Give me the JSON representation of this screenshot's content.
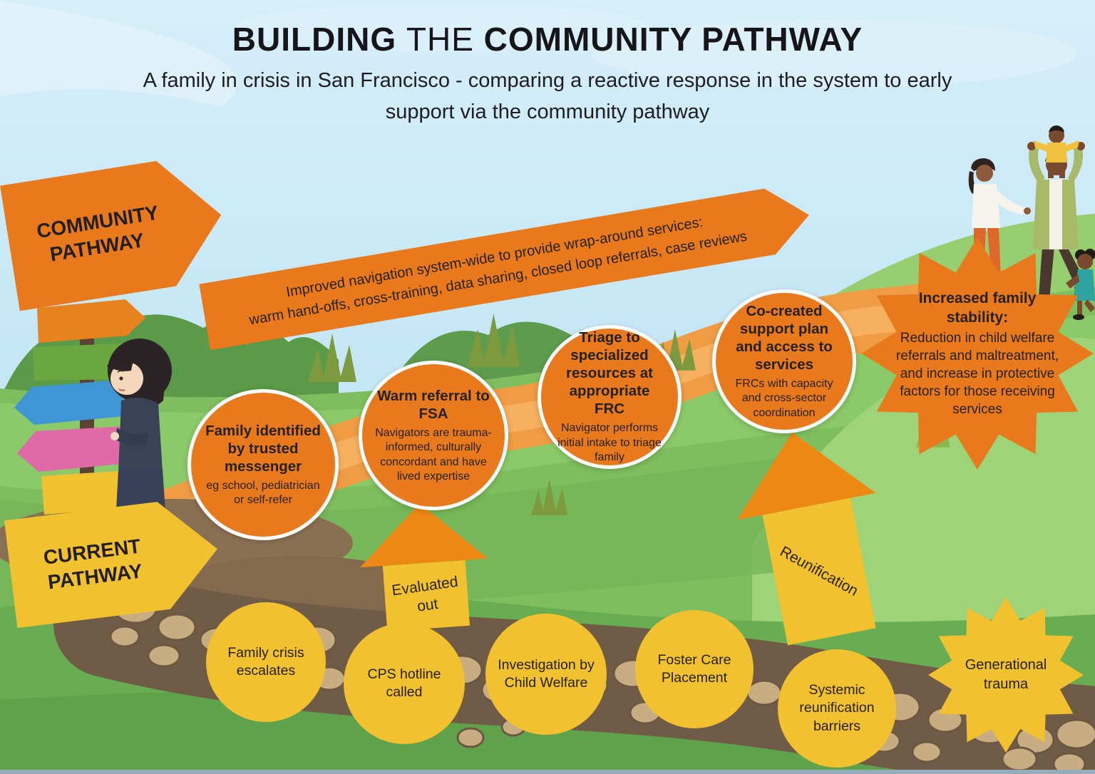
{
  "palette": {
    "orange": "#E8791D",
    "arrow_head_orange": "#EE8814",
    "yellow": "#F2C12F",
    "text_dark": "#231F20",
    "sky_blue": "#C4E5F4",
    "grass_green": "#7EBE5E"
  },
  "title": {
    "bold1": "BUILDING",
    "light": "THE",
    "bold2": "COMMUNITY PATHWAY"
  },
  "subtitle": "A family in crisis in San Francisco - comparing a reactive response in the system to early support via the community pathway",
  "community_pathway": {
    "label": "COMMUNITY PATHWAY",
    "banner_line1": "Improved navigation system-wide to provide wrap-around services:",
    "banner_line2": "warm hand-offs, cross-training, data sharing, closed loop referrals, case reviews",
    "steps": [
      {
        "title": "Family identified by trusted messenger",
        "subtitle": "eg school, pediatrician or self-refer"
      },
      {
        "title": "Warm referral to FSA",
        "subtitle": "Navigators are trauma-informed, culturally concordant and have lived expertise"
      },
      {
        "title": "Triage to specialized resources at appropriate FRC",
        "subtitle": "Navigator performs initial intake to triage family"
      },
      {
        "title": "Co-created support plan and access to services",
        "subtitle": "FRCs with capacity and cross-sector coordination"
      }
    ],
    "outcome": {
      "title": "Increased family stability:",
      "body": "Reduction in child welfare referrals and maltreatment, and increase in protective factors for those receiving services"
    }
  },
  "current_pathway": {
    "label": "CURRENT PATHWAY",
    "evaluated_out": "Evaluated out",
    "reunification": "Reunification",
    "steps": [
      "Family crisis escalates",
      "CPS hotline called",
      "Investigation by Child Welfare",
      "Foster Care Placement",
      "Systemic reunification barriers"
    ],
    "outcome": "Generational trauma"
  }
}
